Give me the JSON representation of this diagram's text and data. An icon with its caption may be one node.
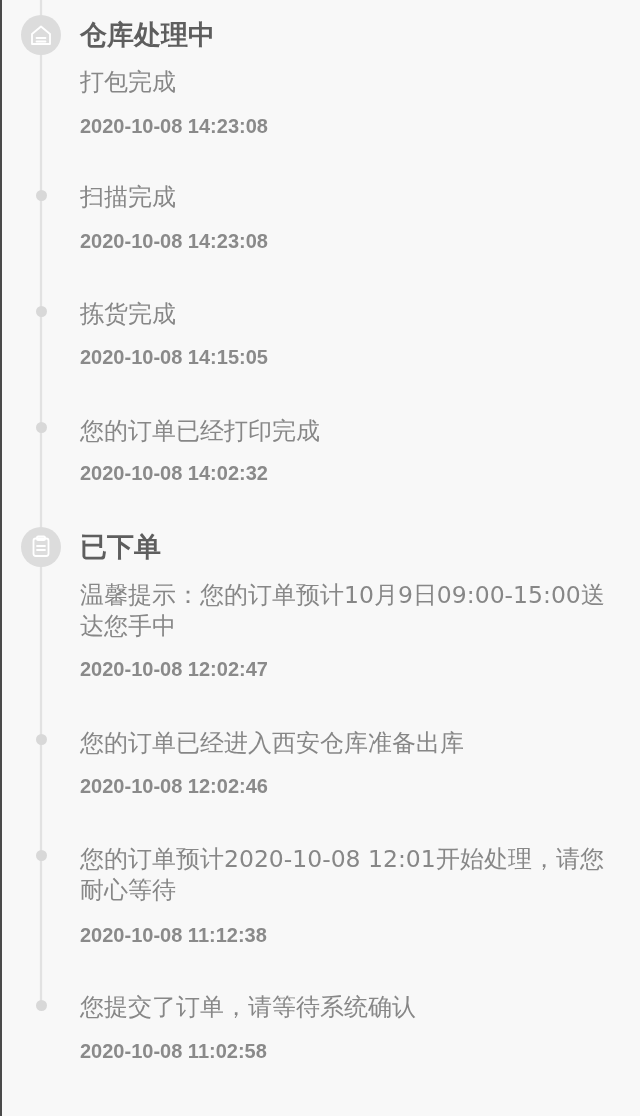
{
  "diagram": {
    "labels": [
      "仓库处理中",
      "打包完成",
      "2020-10-08 14:23:08",
      "扫描完成",
      "2020-10-08 14:23:08",
      "拣货完成",
      "2020-10-08 14:15:05",
      "您的订单已经打印完成",
      "2020-10-08 14:02:32",
      "已下单",
      "温馨提示：您的订单预计10月9日09:00-15:00送达您手中",
      "2020-10-08 12:02:47",
      "您的订单已经进入西安仓库准备出库",
      "2020-10-08 12:02:46",
      "您的订单预计2020-10-08 12:01开始处理，请您耐心等待",
      "2020-10-08 11:12:38",
      "您提交了订单，请等待系统确认",
      "2020-10-08 11:02:58"
    ]
  }
}
